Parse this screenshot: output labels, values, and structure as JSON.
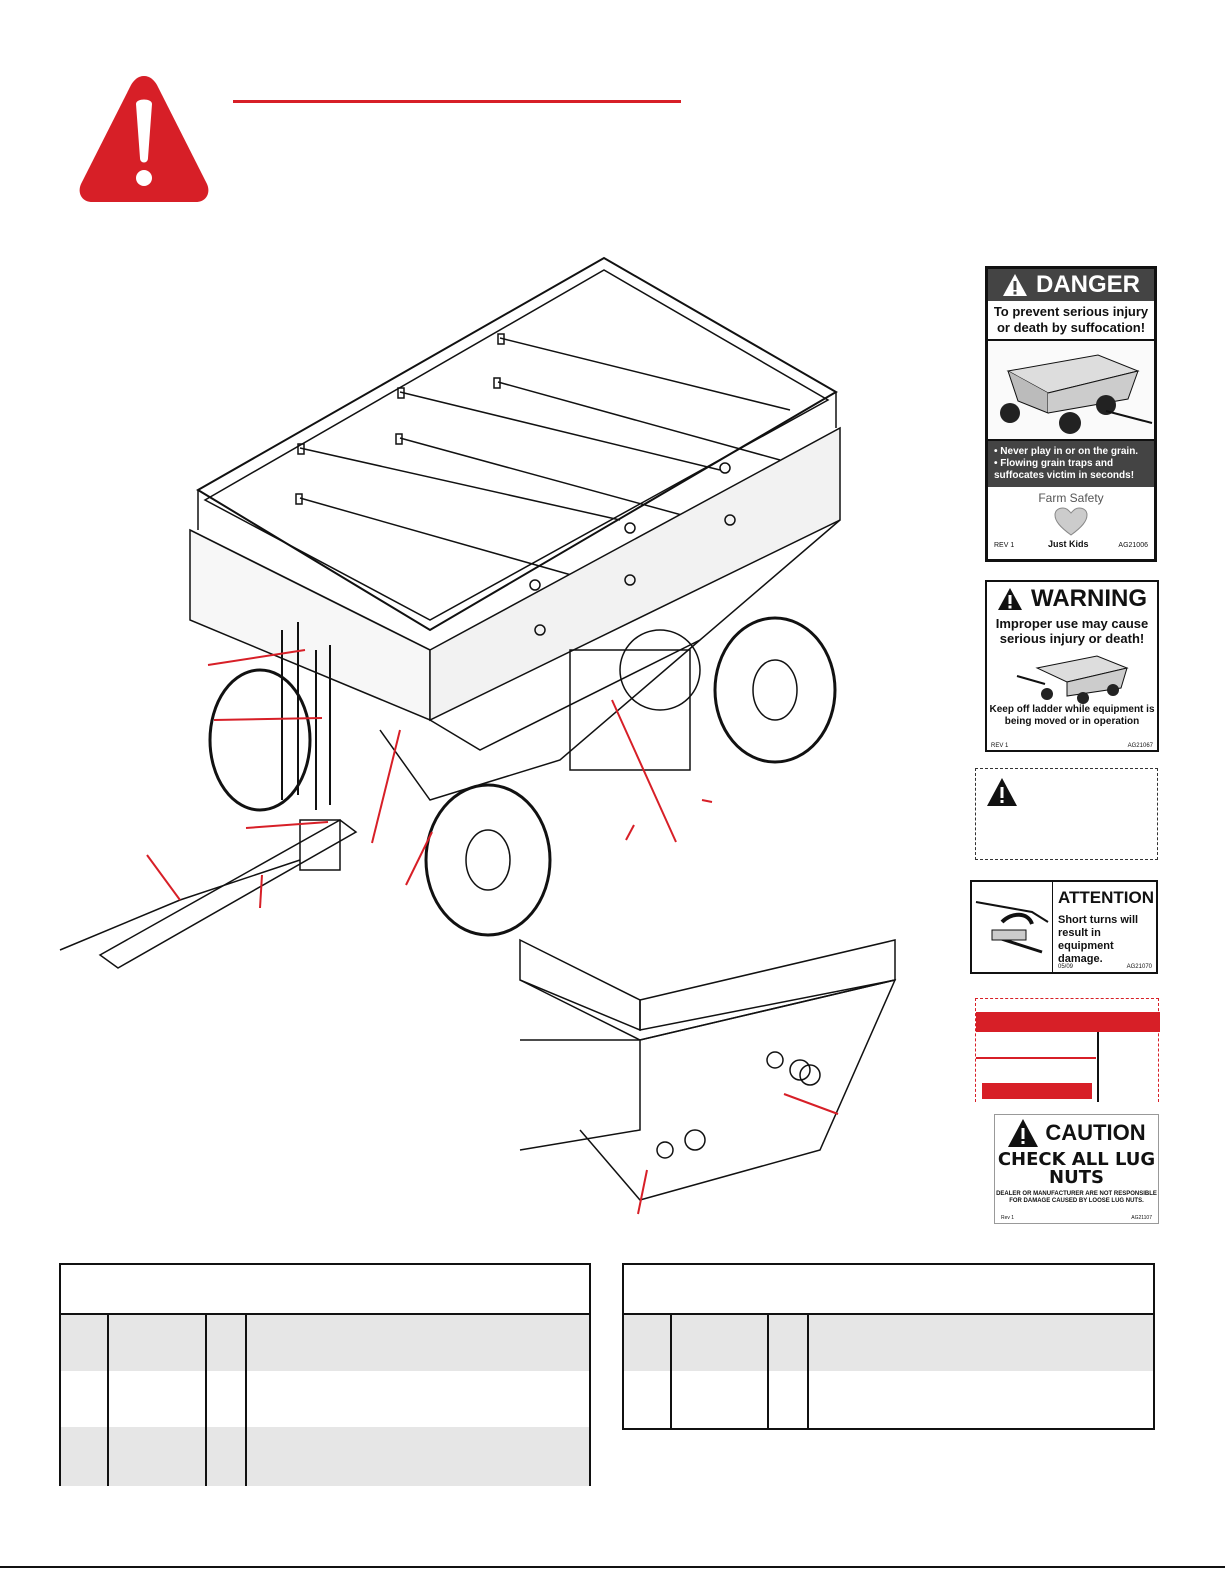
{
  "decals": {
    "danger": {
      "title": "DANGER",
      "subtitle": "To prevent serious injury or death by suffocation!",
      "bullets": [
        "• Never play in or on the grain.",
        "• Flowing grain traps and suffocates victim in seconds!"
      ],
      "brand": "Farm Safety",
      "brand2": "Just Kids",
      "rev": "REV 1",
      "code": "AG21006"
    },
    "warning": {
      "title": "WARNING",
      "subtitle": "Improper use may cause serious injury or death!",
      "note": "Keep off ladder while equipment is being moved or in operation",
      "rev": "REV 1",
      "code": "AG21067"
    },
    "attention": {
      "title": "ATTENTION",
      "text": "Short turns will result in equipment damage.",
      "date": "05/09",
      "code": "AG21070"
    },
    "caution": {
      "title": "CAUTION",
      "main": "CHECK ALL LUG NUTS",
      "small": "DEALER OR MANUFACTURER ARE NOT RESPONSIBLE FOR DAMAGE CAUSED BY LOOSE LUG NUTS.",
      "rev": "Rev 1",
      "code": "AG21107"
    }
  },
  "colors": {
    "alert_red": "#d71f27",
    "dark_gray": "#444444",
    "row_shade": "#e6e6e6"
  },
  "icons": [
    "alert-triangle-icon",
    "warning-triangle-icon"
  ]
}
